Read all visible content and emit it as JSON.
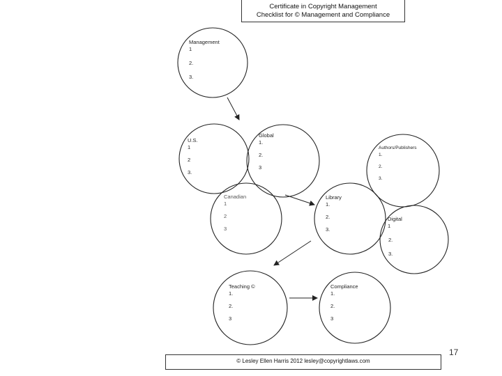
{
  "title": {
    "line1": "Certificate in Copyright Management",
    "line2": "Checklist for © Management and Compliance"
  },
  "nodes": {
    "management": {
      "title": "Management",
      "items": [
        "1",
        "2.",
        "3."
      ]
    },
    "us": {
      "title": "U.S.",
      "items": [
        "1",
        "2",
        "3."
      ]
    },
    "global": {
      "title": "Global",
      "items": [
        "1.",
        "2.",
        "3"
      ]
    },
    "canadian": {
      "title": "Canadian",
      "items": [
        "1",
        "2",
        "3"
      ]
    },
    "library": {
      "title": "Library",
      "items": [
        "1.",
        "2.",
        "3."
      ]
    },
    "authors": {
      "title": "Authors/Publishers",
      "items": [
        "1.",
        "2.",
        "3."
      ]
    },
    "digital": {
      "title": "Digital",
      "items": [
        "1",
        "2.",
        "3."
      ]
    },
    "teaching": {
      "title": "Teaching ©",
      "items": [
        "1.",
        "2.",
        "3"
      ]
    },
    "compliance": {
      "title": "Compliance",
      "items": [
        "1.",
        "2.",
        "3"
      ]
    }
  },
  "footer": "© Lesley Ellen Harris 2012 lesley@copyrightlaws.com",
  "page_number": "17"
}
